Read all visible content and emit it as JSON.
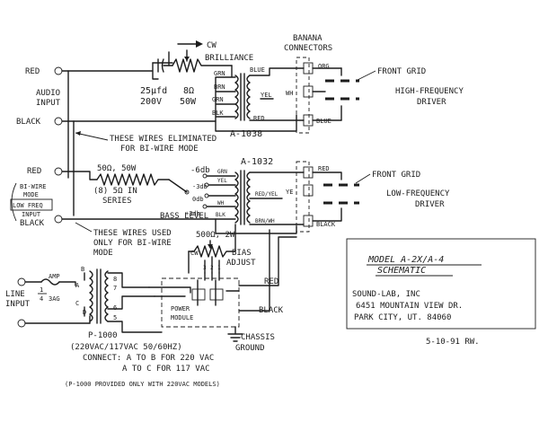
{
  "audio": {
    "red": "RED",
    "input_line1": "AUDIO",
    "input_line2": "INPUT",
    "black": "BLACK"
  },
  "cw_label": "CW",
  "brilliance": "BRILLIANCE",
  "capacitor_value": "25µfd",
  "capacitor_voltage": "200V",
  "resistor_brilliance_ohm": "8Ω",
  "resistor_brilliance_watt": "50W",
  "banana_line1": "BANANA",
  "banana_line2": "CONNECTORS",
  "hf_transformer": {
    "blue": "BLUE",
    "grn": "GRN",
    "brn": "BRN",
    "yel": "YEL",
    "blk": "BLK",
    "red": "RED",
    "part": "A-1038"
  },
  "hf_connectors": {
    "org": "ORG",
    "blue": "BLUE",
    "wh": "WH"
  },
  "front_grid_top": "FRONT GRID",
  "hf_driver_line1": "HIGH-FREQUENCY",
  "hf_driver_line2": "DRIVER",
  "note_eliminated_line1": "THESE WIRES ELIMINATED",
  "note_eliminated_line2": "FOR BI-WIRE MODE",
  "bi_wire": {
    "red": "RED",
    "mode1": "BI-WIRE",
    "mode2": "MODE",
    "mode3": "LOW FREQ",
    "mode4": "INPUT",
    "black": "BLACK"
  },
  "bass_resistor_line1": "50Ω, 50W",
  "bass_resistor_line2": "(8) 5Ω IN",
  "bass_resistor_line3": "SERIES",
  "bass_level": "BASS LEVEL",
  "taps": [
    "-6db",
    "-3db",
    "0db",
    "+3db"
  ],
  "lf_transformer": {
    "part": "A-1032",
    "grn": "GRN",
    "yel": "YEL",
    "red_yel": "RED/YEL",
    "brn_wh": "BRN/WH",
    "blk": "BLK",
    "wh": "WH"
  },
  "lf_connectors": {
    "red": "RED",
    "ye": "YE",
    "black": "BLACK"
  },
  "front_grid_bottom": "FRONT GRID",
  "lf_driver_line1": "LOW-FREQUENCY",
  "lf_driver_line2": "DRIVER",
  "note_used_line1": "THESE WIRES USED",
  "note_used_line2": "ONLY FOR BI-WIRE",
  "note_used_line3": "MODE",
  "bias_resistor": "500Ω, 2W",
  "bias_cw": "CW",
  "bias_label1": "BIAS",
  "bias_label2": "ADJUST",
  "pot_pins": [
    "3",
    "2",
    "1"
  ],
  "line_input_line1": "LINE",
  "line_input_line2": "INPUT",
  "fuse_line1": "1",
  "fuse_line2": "4",
  "fuse_amp": "AMP",
  "fuse_type": "3AG",
  "primary_pins": [
    "A",
    "B",
    "C",
    "D"
  ],
  "secondary_pins": [
    "8",
    "7",
    "6",
    "5"
  ],
  "p1000": {
    "name": "P-1000",
    "rating": "(220VAC/117VAC 50/60HZ)",
    "connect1": "CONNECT: A TO B FOR 220 VAC",
    "connect2": "A TO C FOR 117 VAC",
    "note": "(P-1000 PROVIDED ONLY WITH 220VAC MODELS)"
  },
  "power_module_line1": "POWER",
  "power_module_line2": "MODULE",
  "out_red": "RED",
  "out_black": "BLACK",
  "chassis_line1": "CHASSIS",
  "chassis_line2": "GROUND",
  "title_block": {
    "model": "MODEL A-2X/A-4",
    "schematic": "SCHEMATIC",
    "company": "SOUND-LAB, INC",
    "address1": "6451 MOUNTAIN VIEW DR.",
    "address2": "PARK CITY, UT. 84060"
  },
  "date_sig": "5-10-91 RW."
}
